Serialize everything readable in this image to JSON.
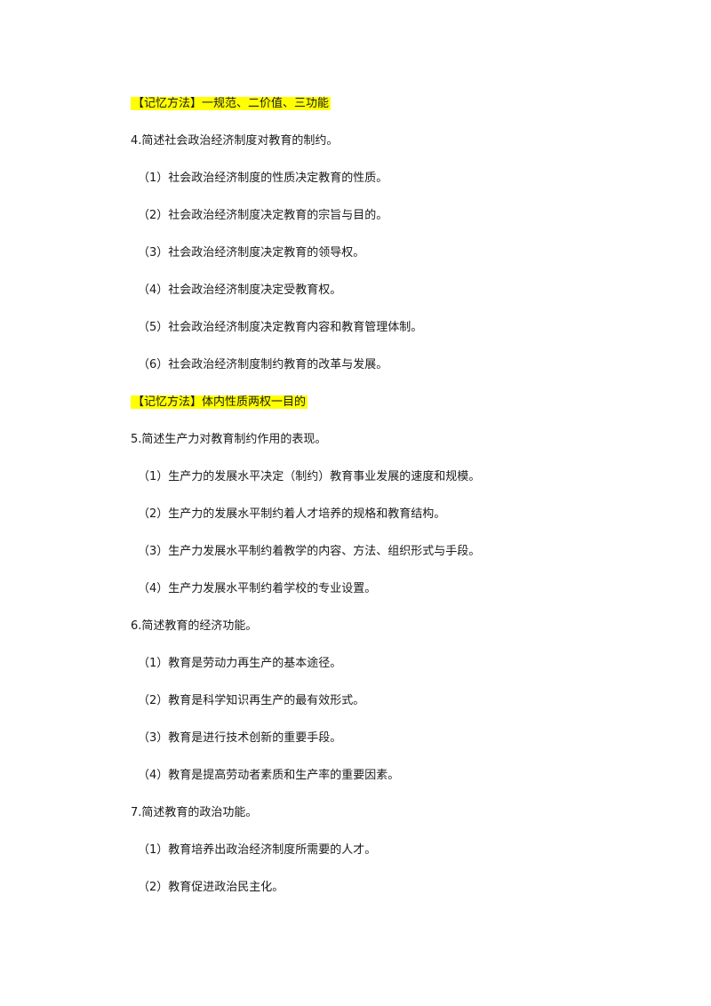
{
  "highlight_color": "#ffff00",
  "blocks": [
    {
      "type": "memory",
      "text": "【记忆方法】一规范、二价值、三功能"
    },
    {
      "type": "question",
      "text": "4.简述社会政治经济制度对教育的制约。"
    },
    {
      "type": "item",
      "text": "（1）社会政治经济制度的性质决定教育的性质。"
    },
    {
      "type": "item",
      "text": "（2）社会政治经济制度决定教育的宗旨与目的。"
    },
    {
      "type": "item",
      "text": "（3）社会政治经济制度决定教育的领导权。"
    },
    {
      "type": "item",
      "text": "（4）社会政治经济制度决定受教育权。"
    },
    {
      "type": "item",
      "text": "（5）社会政治经济制度决定教育内容和教育管理体制。"
    },
    {
      "type": "item",
      "text": "（6）社会政治经济制度制约教育的改革与发展。"
    },
    {
      "type": "memory",
      "text": "【记忆方法】体内性质两权一目的"
    },
    {
      "type": "question",
      "text": "5.简述生产力对教育制约作用的表现。"
    },
    {
      "type": "item",
      "text": "（1）生产力的发展水平决定（制约）教育事业发展的速度和规模。"
    },
    {
      "type": "item",
      "text": "（2）生产力的发展水平制约着人才培养的规格和教育结构。"
    },
    {
      "type": "item",
      "text": "（3）生产力发展水平制约着教学的内容、方法、组织形式与手段。"
    },
    {
      "type": "item",
      "text": "（4）生产力发展水平制约着学校的专业设置。"
    },
    {
      "type": "question",
      "text": "6.简述教育的经济功能。"
    },
    {
      "type": "item",
      "text": "（1）教育是劳动力再生产的基本途径。"
    },
    {
      "type": "item",
      "text": "（2）教育是科学知识再生产的最有效形式。"
    },
    {
      "type": "item",
      "text": "（3）教育是进行技术创新的重要手段。"
    },
    {
      "type": "item",
      "text": "（4）教育是提高劳动者素质和生产率的重要因素。"
    },
    {
      "type": "question",
      "text": "7.简述教育的政治功能。"
    },
    {
      "type": "item",
      "text": "（1）教育培养出政治经济制度所需要的人才。"
    },
    {
      "type": "item",
      "text": "（2）教育促进政治民主化。"
    }
  ]
}
